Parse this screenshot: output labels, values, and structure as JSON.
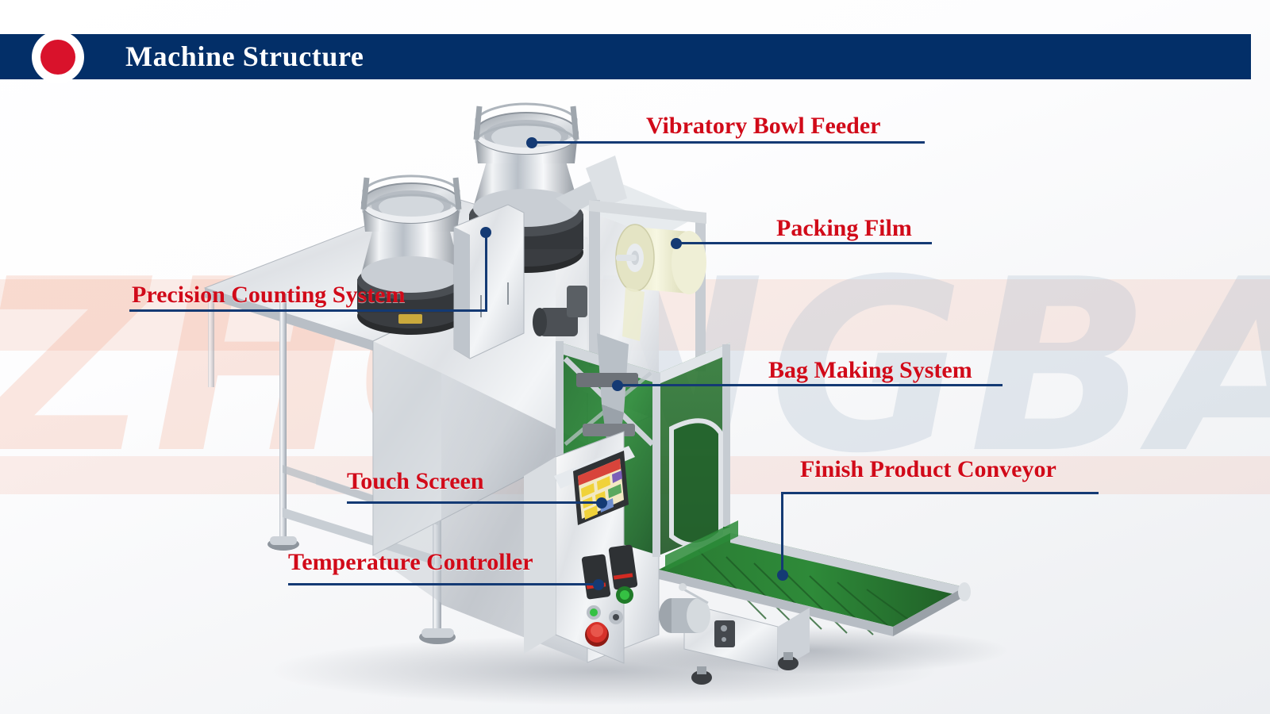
{
  "header": {
    "title": "Machine Structure",
    "logo_icon": "red-dot-circle-icon",
    "bar_color": "#032f68",
    "title_color": "#ffffff",
    "logo_dot_color": "#d9122b"
  },
  "watermark": {
    "text_a": "ZHO",
    "text_b": "NGBAI",
    "full_text": "ZHONGBAI",
    "color_a": "#f09678",
    "color_b": "#aab9cd"
  },
  "diagram": {
    "subject": "automatic counting packing machine",
    "callout_line_color": "#143a74",
    "callout_label_color": "#d10a19",
    "callouts": [
      {
        "id": "vibratory-bowl-feeder",
        "label": "Vibratory Bowl Feeder"
      },
      {
        "id": "packing-film",
        "label": "Packing Film"
      },
      {
        "id": "precision-counting-system",
        "label": "Precision Counting System"
      },
      {
        "id": "bag-making-system",
        "label": "Bag Making System"
      },
      {
        "id": "finish-product-conveyor",
        "label": "Finish Product Conveyor"
      },
      {
        "id": "touch-screen",
        "label": "Touch Screen"
      },
      {
        "id": "temperature-controller",
        "label": "Temperature Controller"
      }
    ]
  }
}
